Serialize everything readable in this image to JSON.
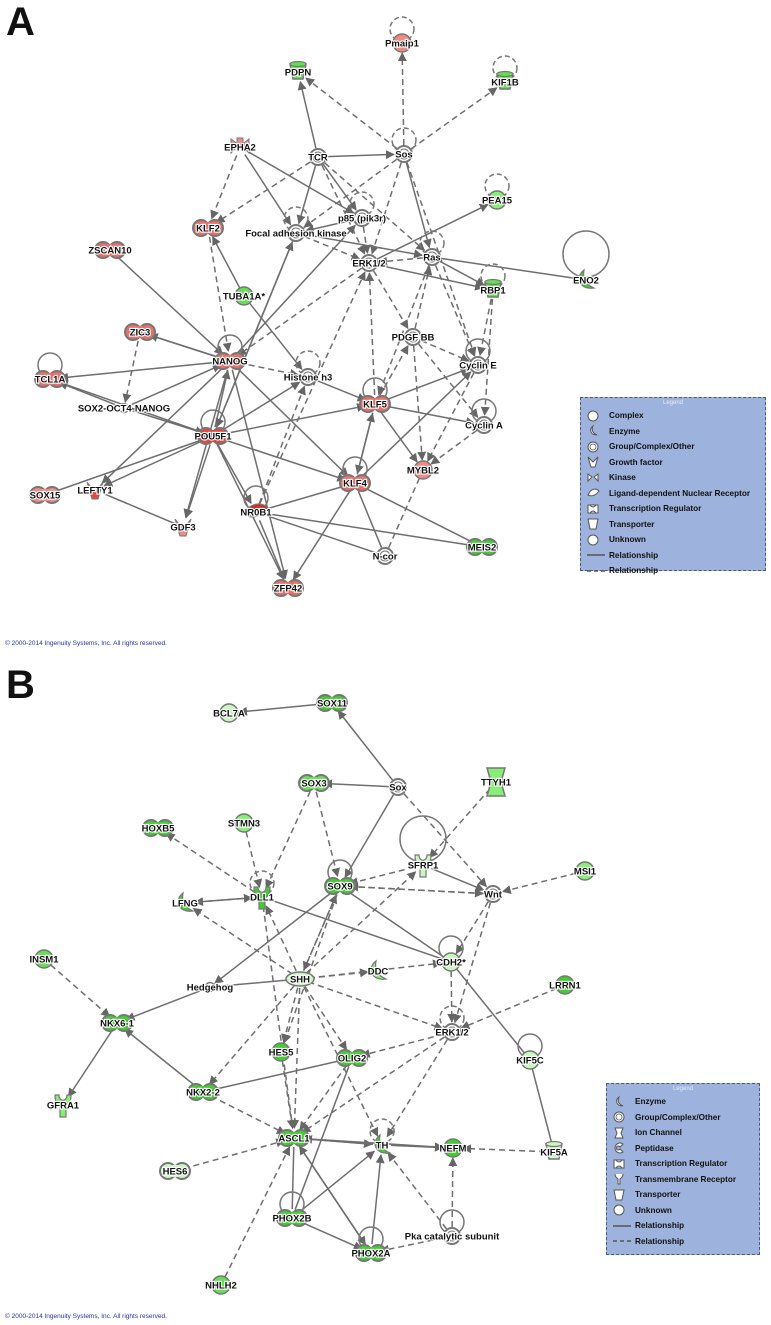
{
  "panel_a": {
    "letter": "A",
    "copyright": "© 2000-2014 Ingenuity Systems, Inc. All rights reserved.",
    "legend": {
      "title": "Legend",
      "items": [
        {
          "label": "Complex",
          "icon": "complex-icon"
        },
        {
          "label": "Enzyme",
          "icon": "enzyme-icon"
        },
        {
          "label": "Group/Complex/Other",
          "icon": "group-icon"
        },
        {
          "label": "Growth factor",
          "icon": "growth-factor-icon"
        },
        {
          "label": "Kinase",
          "icon": "kinase-icon"
        },
        {
          "label": "Ligand-dependent Nuclear Receptor",
          "icon": "nuclear-receptor-icon"
        },
        {
          "label": "Transcription Regulator",
          "icon": "transcription-regulator-icon"
        },
        {
          "label": "Transporter",
          "icon": "transporter-icon"
        },
        {
          "label": "Unknown",
          "icon": "unknown-icon"
        },
        {
          "label": "Relationship",
          "icon": "solid-line-icon"
        },
        {
          "label": "Relationship",
          "icon": "dashed-line-icon"
        }
      ]
    },
    "nodes": [
      {
        "id": "Pmaip1",
        "label": "Pmaip1",
        "shape": "circle",
        "color": "#f08a84",
        "self": "dashed"
      },
      {
        "id": "PDPN",
        "label": "PDPN",
        "shape": "cup",
        "color": "#66dd55"
      },
      {
        "id": "KIF1B",
        "label": "KIF1B",
        "shape": "cup",
        "color": "#66dd55",
        "self": "dashed"
      },
      {
        "id": "EPHA2",
        "label": "EPHA2",
        "shape": "kinase",
        "color": "#f08a84"
      },
      {
        "id": "TCR",
        "label": "TCR",
        "shape": "ring",
        "color": "#ffffff"
      },
      {
        "id": "Sos",
        "label": "Sos",
        "shape": "ring",
        "color": "#ffffff",
        "self": "dashed"
      },
      {
        "id": "PEA15",
        "label": "PEA15",
        "shape": "circle",
        "color": "#88ee77",
        "self": "dashed"
      },
      {
        "id": "KLF2",
        "label": "KLF2",
        "shape": "double",
        "color": "#e87068"
      },
      {
        "id": "ZSCAN10",
        "label": "ZSCAN10",
        "shape": "double",
        "color": "#e87068"
      },
      {
        "id": "p85",
        "label": "p85 (pik3r)",
        "shape": "ring",
        "color": "#ffffff",
        "self": "dashed"
      },
      {
        "id": "FAK",
        "label": "Focal adhesion kinase",
        "shape": "ring",
        "color": "#ffffff",
        "self": "dashed"
      },
      {
        "id": "ERK",
        "label": "ERK1/2",
        "shape": "ring",
        "color": "#ffffff"
      },
      {
        "id": "Ras",
        "label": "Ras",
        "shape": "ring",
        "color": "#ffffff",
        "self": "dashed"
      },
      {
        "id": "RBP1",
        "label": "RBP1",
        "shape": "cup",
        "color": "#66dd55",
        "self": "dashed"
      },
      {
        "id": "ENO2",
        "label": "ENO2",
        "shape": "enzyme",
        "color": "#44cc33",
        "self": "solid-big"
      },
      {
        "id": "TUBA1A",
        "label": "TUBA1A*",
        "shape": "circle",
        "color": "#66dd55"
      },
      {
        "id": "ZIC3",
        "label": "ZIC3",
        "shape": "double",
        "color": "#e87068"
      },
      {
        "id": "NANOG",
        "label": "NANOG",
        "shape": "double",
        "color": "#e87068",
        "self": "solid"
      },
      {
        "id": "PDGFBB",
        "label": "PDGF BB",
        "shape": "ring",
        "color": "#ffffff"
      },
      {
        "id": "CyclinE",
        "label": "Cyclin E",
        "shape": "ring",
        "color": "#ffffff",
        "self": "solid"
      },
      {
        "id": "TCL1A",
        "label": "TCL1A",
        "shape": "double",
        "color": "#e87068",
        "self": "solid"
      },
      {
        "id": "SOX2OCT4",
        "label": "SOX2-OCT4-NANOG",
        "shape": "smallring",
        "color": "#ffffff"
      },
      {
        "id": "Histoneh3",
        "label": "Histone h3",
        "shape": "ring",
        "color": "#ffffff",
        "self": "dashed"
      },
      {
        "id": "KLF5",
        "label": "KLF5",
        "shape": "double",
        "color": "#e87068",
        "self": "solid"
      },
      {
        "id": "CyclinA",
        "label": "Cyclin A",
        "shape": "ring",
        "color": "#ffffff",
        "self": "solid"
      },
      {
        "id": "POU5F1",
        "label": "POU5F1",
        "shape": "double",
        "color": "#e04a42",
        "self": "solid"
      },
      {
        "id": "SOX15",
        "label": "SOX15",
        "shape": "double",
        "color": "#f08a84"
      },
      {
        "id": "LEFTY1",
        "label": "LEFTY1",
        "shape": "growth",
        "color": "#e04a42"
      },
      {
        "id": "KLF4",
        "label": "KLF4",
        "shape": "double",
        "color": "#e87068",
        "self": "solid"
      },
      {
        "id": "MYBL2",
        "label": "MYBL2",
        "shape": "circle",
        "color": "#f08a84"
      },
      {
        "id": "GDF3",
        "label": "GDF3",
        "shape": "growth",
        "color": "#f08a84"
      },
      {
        "id": "NR0B1",
        "label": "NR0B1",
        "shape": "nuclear",
        "color": "#d62a22",
        "self": "solid"
      },
      {
        "id": "MEIS2",
        "label": "MEIS2",
        "shape": "double",
        "color": "#44cc33"
      },
      {
        "id": "Ncor",
        "label": "N-cor",
        "shape": "ring",
        "color": "#ffffff"
      },
      {
        "id": "ZFP42",
        "label": "ZFP42",
        "shape": "double",
        "color": "#e87068"
      }
    ]
  },
  "panel_b": {
    "letter": "B",
    "copyright": "© 2000-2014 Ingenuity Systems, Inc. All rights reserved.",
    "legend": {
      "title": "Legend",
      "items": [
        {
          "label": "Enzyme",
          "icon": "enzyme-icon"
        },
        {
          "label": "Group/Complex/Other",
          "icon": "group-icon"
        },
        {
          "label": "Ion Channel",
          "icon": "ion-channel-icon"
        },
        {
          "label": "Peptidase",
          "icon": "peptidase-icon"
        },
        {
          "label": "Transcription Regulator",
          "icon": "transcription-regulator-icon"
        },
        {
          "label": "Transmembrane Receptor",
          "icon": "transmembrane-receptor-icon"
        },
        {
          "label": "Transporter",
          "icon": "transporter-icon"
        },
        {
          "label": "Unknown",
          "icon": "unknown-icon"
        },
        {
          "label": "Relationship",
          "icon": "solid-line-icon"
        },
        {
          "label": "Relationship",
          "icon": "dashed-line-icon"
        }
      ]
    },
    "nodes": [
      {
        "id": "BCL7A",
        "label": "BCL7A",
        "shape": "circle",
        "color": "#ccf5c4"
      },
      {
        "id": "SOX11",
        "label": "SOX11",
        "shape": "double",
        "color": "#44cc33"
      },
      {
        "id": "SOX3",
        "label": "SOX3",
        "shape": "double",
        "color": "#66dd55"
      },
      {
        "id": "Sox",
        "label": "Sox",
        "shape": "ring",
        "color": "#ffffff"
      },
      {
        "id": "TTYH1",
        "label": "TTYH1",
        "shape": "ion",
        "color": "#88ee77"
      },
      {
        "id": "HOXB5",
        "label": "HOXB5",
        "shape": "double",
        "color": "#44cc33"
      },
      {
        "id": "STMN3",
        "label": "STMN3",
        "shape": "circle",
        "color": "#88ee77"
      },
      {
        "id": "SFRP1",
        "label": "SFRP1",
        "shape": "receptor",
        "color": "#ccf5c4",
        "self": "solid-big"
      },
      {
        "id": "MSI1",
        "label": "MSI1",
        "shape": "circle",
        "color": "#88ee77"
      },
      {
        "id": "LFNG",
        "label": "LFNG",
        "shape": "enzyme",
        "color": "#44cc33"
      },
      {
        "id": "DLL1",
        "label": "DLL1",
        "shape": "receptor",
        "color": "#44cc33",
        "self": "dashed"
      },
      {
        "id": "SOX9",
        "label": "SOX9",
        "shape": "double",
        "color": "#44cc33",
        "self": "solid"
      },
      {
        "id": "Wnt",
        "label": "Wnt",
        "shape": "ring",
        "color": "#ffffff"
      },
      {
        "id": "INSM1",
        "label": "INSM1",
        "shape": "circle",
        "color": "#66dd55"
      },
      {
        "id": "Hedgehog",
        "label": "Hedgehog",
        "shape": "smallring",
        "color": "#ffffff"
      },
      {
        "id": "SHH",
        "label": "SHH",
        "shape": "peptidase",
        "color": "#ccf5c4"
      },
      {
        "id": "DDC",
        "label": "DDC",
        "shape": "enzyme",
        "color": "#88ee77"
      },
      {
        "id": "CDH2",
        "label": "CDH2*",
        "shape": "circle",
        "color": "#ccf5c4",
        "self": "solid"
      },
      {
        "id": "LRRN1",
        "label": "LRRN1",
        "shape": "circle",
        "color": "#44cc33"
      },
      {
        "id": "NKX61",
        "label": "NKX6-1",
        "shape": "double",
        "color": "#44cc33"
      },
      {
        "id": "ERK",
        "label": "ERK1/2",
        "shape": "ring",
        "color": "#ffffff",
        "self": "dashed"
      },
      {
        "id": "HES5",
        "label": "HES5",
        "shape": "circle",
        "color": "#44cc33"
      },
      {
        "id": "OLIG2",
        "label": "OLIG2",
        "shape": "double",
        "color": "#44cc33"
      },
      {
        "id": "KIF5C",
        "label": "KIF5C",
        "shape": "circle",
        "color": "#ccf5c4",
        "self": "solid"
      },
      {
        "id": "GFRA1",
        "label": "GFRA1",
        "shape": "receptor",
        "color": "#88ee77"
      },
      {
        "id": "NKX22",
        "label": "NKX2-2",
        "shape": "double",
        "color": "#44cc33"
      },
      {
        "id": "ASCL1",
        "label": "ASCL1",
        "shape": "double",
        "color": "#44cc33"
      },
      {
        "id": "TH",
        "label": "TH",
        "shape": "enzyme",
        "color": "#44cc33",
        "self": "dashed"
      },
      {
        "id": "NEFM",
        "label": "NEFM",
        "shape": "circle",
        "color": "#44cc33"
      },
      {
        "id": "KIF5A",
        "label": "KIF5A",
        "shape": "cup",
        "color": "#ccf5c4"
      },
      {
        "id": "HES6",
        "label": "HES6",
        "shape": "double",
        "color": "#ccf5c4"
      },
      {
        "id": "PHOX2B",
        "label": "PHOX2B",
        "shape": "double",
        "color": "#44cc33",
        "self": "solid"
      },
      {
        "id": "PKA",
        "label": "Pka catalytic subunit",
        "shape": "ring",
        "color": "#ffffff",
        "self": "solid"
      },
      {
        "id": "PHOX2A",
        "label": "PHOX2A",
        "shape": "double",
        "color": "#44cc33",
        "self": "solid"
      },
      {
        "id": "NHLH2",
        "label": "NHLH2",
        "shape": "circle",
        "color": "#66dd55"
      }
    ]
  }
}
